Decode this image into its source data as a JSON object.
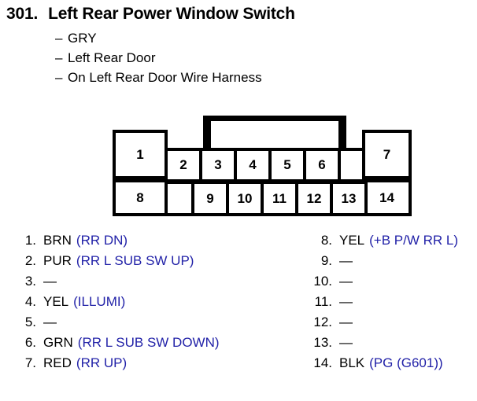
{
  "header": {
    "number": "301.",
    "title": "Left Rear Power Window Switch",
    "subtitles": [
      "GRY",
      "Left Rear Door",
      "On Left Rear Door Wire Harness"
    ],
    "dash": "–"
  },
  "connector": {
    "top_row_labels": [
      "1",
      "2",
      "3",
      "4",
      "5",
      "6",
      "7"
    ],
    "bottom_row_labels": [
      "8",
      "9",
      "10",
      "11",
      "12",
      "13",
      "14"
    ],
    "pin1": "1",
    "pin2": "2",
    "pin3": "3",
    "pin4": "4",
    "pin5": "5",
    "pin6": "6",
    "pin7": "7",
    "pin8": "8",
    "pin9": "9",
    "pin10": "10",
    "pin11": "11",
    "pin12": "12",
    "pin13": "13",
    "pin14": "14"
  },
  "colors": {
    "signal_blue": "#2222a8",
    "line_black": "#000000",
    "background": "#ffffff"
  },
  "pins": {
    "left": [
      {
        "num": "1.",
        "wire": "BRN",
        "signal": "(RR DN)",
        "empty": false
      },
      {
        "num": "2.",
        "wire": "PUR",
        "signal": "(RR L SUB SW UP)",
        "empty": false
      },
      {
        "num": "3.",
        "wire": "",
        "signal": "",
        "empty": true
      },
      {
        "num": "4.",
        "wire": "YEL",
        "signal": "(ILLUMI)",
        "empty": false
      },
      {
        "num": "5.",
        "wire": "",
        "signal": "",
        "empty": true
      },
      {
        "num": "6.",
        "wire": "GRN",
        "signal": "(RR L SUB SW DOWN)",
        "empty": false
      },
      {
        "num": "7.",
        "wire": "RED",
        "signal": "(RR UP)",
        "empty": false
      }
    ],
    "right": [
      {
        "num": "8.",
        "wire": "YEL",
        "signal": "(+B P/W RR L)",
        "empty": false
      },
      {
        "num": "9.",
        "wire": "",
        "signal": "",
        "empty": true
      },
      {
        "num": "10.",
        "wire": "",
        "signal": "",
        "empty": true
      },
      {
        "num": "11.",
        "wire": "",
        "signal": "",
        "empty": true
      },
      {
        "num": "12.",
        "wire": "",
        "signal": "",
        "empty": true
      },
      {
        "num": "13.",
        "wire": "",
        "signal": "",
        "empty": true
      },
      {
        "num": "14.",
        "wire": "BLK",
        "signal": "(PG (G601))",
        "empty": false
      }
    ],
    "empty_marker": "—"
  }
}
